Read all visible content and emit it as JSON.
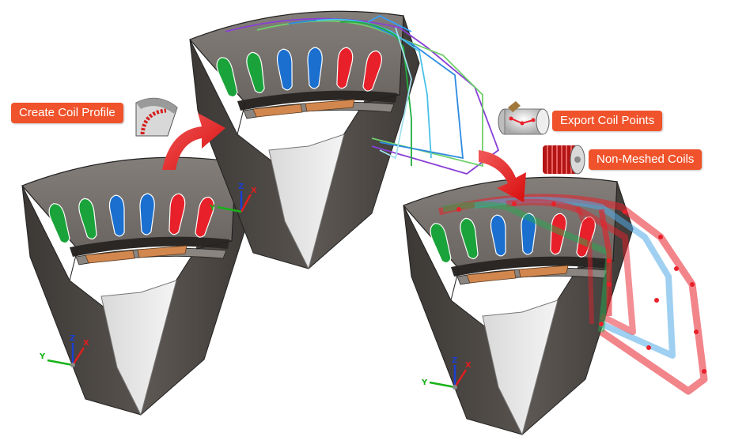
{
  "labels": {
    "create_coil_profile": "Create Coil Profile",
    "export_coil_points": "Export Coil Points",
    "non_meshed_coils": "Non-Meshed Coils"
  },
  "axes": {
    "x": "X",
    "y": "Y",
    "z": "Z"
  },
  "icons": {
    "create_profile_icon": "stator-sector-with-coil-icon",
    "export_points_icon": "cylinder-with-points-icon",
    "non_meshed_icon": "coil-cylinder-icon"
  },
  "colors": {
    "label_bg": "#f0532b",
    "arrow": "#ee2222",
    "stator_top": "#6e6a66",
    "stator_side": "#4a4643",
    "coil_green": "#1aa33a",
    "coil_blue": "#1a6fcf",
    "coil_red": "#e8202a",
    "magnet": "#d2874e",
    "axis_x": "#e01e1e",
    "axis_y": "#18b218",
    "axis_z": "#1a3fd0"
  }
}
